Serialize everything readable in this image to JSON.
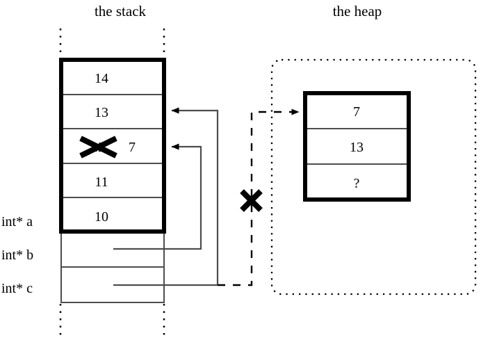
{
  "titles": {
    "stack": "the stack",
    "heap": "the heap"
  },
  "colors": {
    "ink": "#000000",
    "background": "#ffffff",
    "thin_rule": "#4d4d4d"
  },
  "stack": {
    "label": "the stack",
    "variable_labels": [
      {
        "name": "a",
        "text": "int* a"
      },
      {
        "name": "b",
        "text": "int* b"
      },
      {
        "name": "c",
        "text": "int* c"
      }
    ],
    "cells": [
      {
        "name": "stack-cell-14",
        "value": "14",
        "struck": false
      },
      {
        "name": "stack-cell-13",
        "value": "13",
        "struck": false
      },
      {
        "name": "stack-cell-12-7",
        "value": "12",
        "struck": true,
        "replacement": "7"
      },
      {
        "name": "stack-cell-11",
        "value": "11",
        "struck": false
      },
      {
        "name": "stack-cell-10",
        "value": "10",
        "struck": false
      },
      {
        "name": "stack-cell-b",
        "value": "",
        "struck": false
      },
      {
        "name": "stack-cell-c",
        "value": "",
        "struck": false
      }
    ]
  },
  "heap": {
    "label": "the heap",
    "cells": [
      {
        "name": "heap-cell-7",
        "value": "7"
      },
      {
        "name": "heap-cell-13",
        "value": "13"
      },
      {
        "name": "heap-cell-unknown",
        "value": "?"
      }
    ]
  },
  "annotations": {
    "struck_value_glyph": "x-strikethrough-mark",
    "broken_pointer_glyph": "x-cross-mark"
  },
  "pointers": [
    {
      "name": "pointer-b-to-stack-7",
      "from": "int* b",
      "to": "stack-cell-12-7",
      "style": "solid"
    },
    {
      "name": "pointer-c-to-stack-13",
      "from": "int* c",
      "to": "stack-cell-13",
      "style": "solid"
    },
    {
      "name": "pointer-c-to-heap",
      "from": "int* c",
      "to": "heap-cell-7",
      "style": "dashed",
      "invalidated": true
    }
  ]
}
